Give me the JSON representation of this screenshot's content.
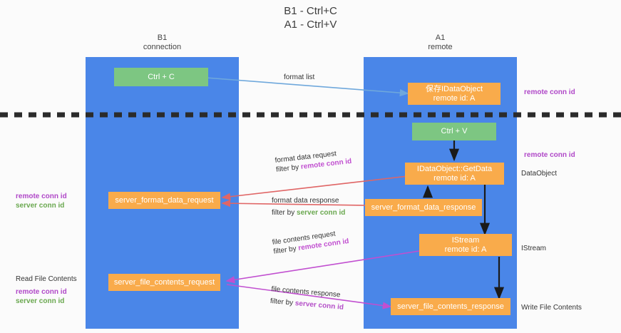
{
  "title": {
    "line1": "B1 - Ctrl+C",
    "line2": "A1 - Ctrl+V"
  },
  "columns": {
    "left": {
      "name": "B1",
      "role": "connection"
    },
    "right": {
      "name": "A1",
      "role": "remote"
    }
  },
  "colors": {
    "lane": "#4a86e8",
    "green_node": "#7dc682",
    "orange_node": "#f9ab4b",
    "remote_conn_id": "#b048c8",
    "server_conn_id": "#6aa84f",
    "arrow_blue": "#6fa8dc",
    "arrow_red": "#e06666",
    "arrow_magenta": "#c14fd0",
    "arrow_dark": "#1a1a1a",
    "divider": "#2b2b2b",
    "background": "#fbfbfb"
  },
  "nodes": {
    "ctrl_c": {
      "label": "Ctrl + C",
      "sub": ""
    },
    "save_dataobject": {
      "label": "保存IDataObject",
      "sub": "remote id: A"
    },
    "ctrl_v": {
      "label": "Ctrl + V",
      "sub": ""
    },
    "getdata": {
      "label": "IDataObject::GetData",
      "sub": "remote id: A"
    },
    "server_format_data_request": {
      "label": "server_format_data_request",
      "sub": ""
    },
    "server_format_data_response": {
      "label": "server_format_data_response",
      "sub": ""
    },
    "istream": {
      "label": "IStream",
      "sub": "remote id: A"
    },
    "server_file_contents_request": {
      "label": "server_file_contents_request",
      "sub": ""
    },
    "server_file_contents_response": {
      "label": "server_file_contents_response",
      "sub": ""
    }
  },
  "edge_labels": {
    "format_list": "format list",
    "format_data_request": "format data request",
    "format_data_request_filter_prefix": "filter by ",
    "format_data_request_filter_key": "remote conn id",
    "format_data_response": "format data response",
    "format_data_response_filter_prefix": "filter by ",
    "format_data_response_filter_key": "server conn id",
    "file_contents_request": "file contents request",
    "file_contents_request_filter_prefix": "filter by ",
    "file_contents_request_filter_key": "remote conn id",
    "file_contents_response": "file contents response",
    "file_contents_response_filter_prefix": "filter by ",
    "file_contents_response_filter_key": "server conn id"
  },
  "annotations": {
    "right_top_remote_conn_id": "remote conn id",
    "right_mid_remote_conn_id": "remote conn id",
    "right_dataobject": "DataObject",
    "right_istream": "IStream",
    "right_write_file_contents": "Write File Contents",
    "left_remote_conn_id_1": "remote conn id",
    "left_server_conn_id_1": "server conn id",
    "left_read_file_contents": "Read File Contents",
    "left_remote_conn_id_2": "remote conn id",
    "left_server_conn_id_2": "server conn id"
  }
}
